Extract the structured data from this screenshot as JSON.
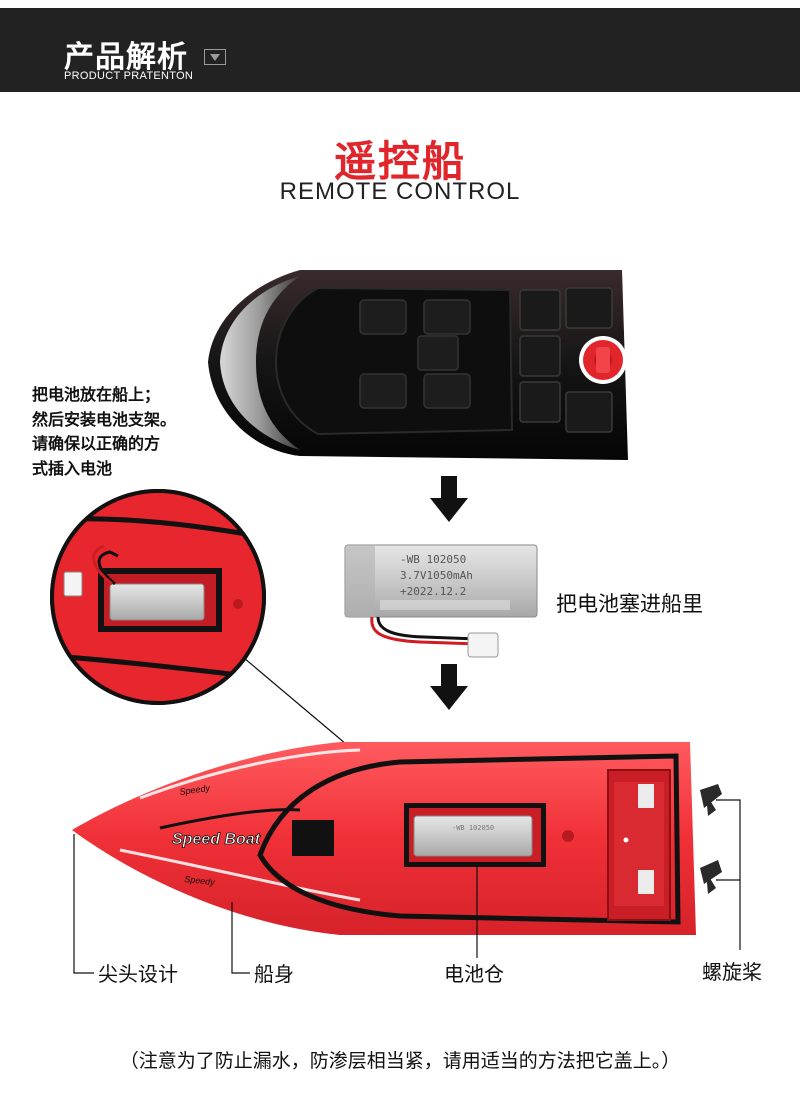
{
  "header": {
    "title": "产品解析",
    "subtitle": "PRODUCT PRATENTON"
  },
  "section": {
    "title_cn": "遥控船",
    "title_en": "REMOTE CONTROL"
  },
  "notes": {
    "install": [
      "把电池放在船上；",
      "然后安装电池支架。",
      "请确保以正确的方",
      "式插入电池"
    ],
    "insert_battery": "把电池塞进船里"
  },
  "battery": {
    "line1": "-WB 102050",
    "line2": "3.7V1050mAh",
    "line3": "+2022.12.2"
  },
  "boat": {
    "brand": "Speed Boat",
    "small_text": "Speedy"
  },
  "labels": {
    "pointed_head": "尖头设计",
    "hull": "船身",
    "battery_compartment": "电池仓",
    "propeller": "螺旋桨"
  },
  "footer": "（注意为了防止漏水，防渗层相当紧，请用适当的方法把它盖上。）",
  "colors": {
    "header_bg": "#222222",
    "accent_red": "#e0262b",
    "boat_red": "#f03037",
    "cover_dark": "#1a1a1a"
  }
}
